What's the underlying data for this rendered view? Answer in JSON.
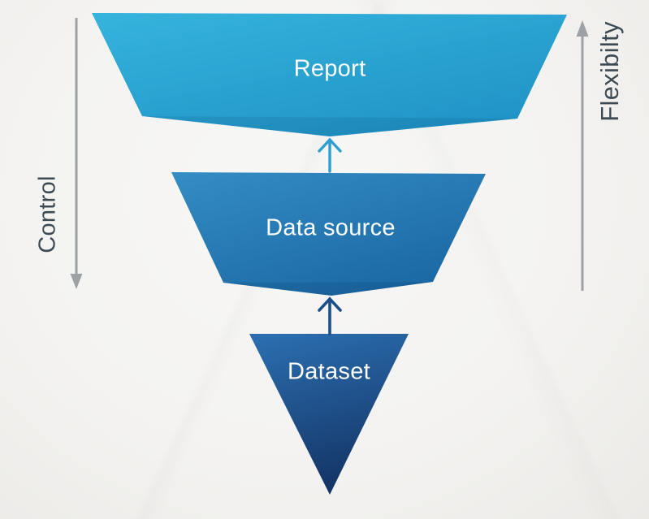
{
  "background": {
    "color": "#f4f3f1"
  },
  "funnel": {
    "layers": [
      {
        "label": "Report",
        "color_top": "#35b4dd",
        "color_bottom": "#2093c6",
        "text_color": "#ffffff"
      },
      {
        "label": "Data source",
        "color_top": "#348dc4",
        "color_bottom": "#1b68a4",
        "text_color": "#ffffff"
      },
      {
        "label": "Dataset",
        "color_top": "#2b6dae",
        "color_bottom": "#133364",
        "text_color": "#ffffff"
      }
    ],
    "flow_arrows": [
      {
        "name": "data-source-to-report",
        "direction": "up",
        "color": "#2d9ecf"
      },
      {
        "name": "dataset-to-data-source",
        "direction": "up",
        "color": "#1b4e8a"
      }
    ]
  },
  "axes": {
    "left": {
      "label": "Control",
      "direction": "down",
      "line_color": "#9da1a5",
      "text_color": "#3d4a53"
    },
    "right": {
      "label": "Flexibilty",
      "direction": "up",
      "line_color": "#9da1a5",
      "text_color": "#3d4a53"
    }
  }
}
